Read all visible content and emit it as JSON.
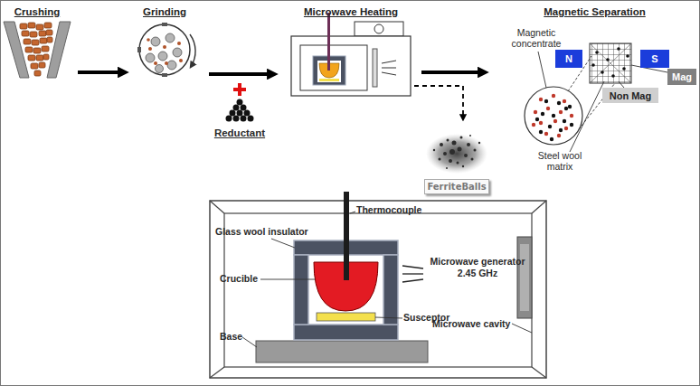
{
  "diagram": {
    "nodes": [
      {
        "text": [
          "Crushing"
        ]
      },
      {
        "text": [
          "Grinding"
        ]
      },
      {
        "text": [
          "Microwave Heating"
        ]
      },
      {
        "text": [
          "Magnetic Separation"
        ]
      },
      {
        "text": [
          "N"
        ],
        "in": 3
      },
      {
        "text": [
          "S"
        ],
        "in": 3
      },
      {
        "text": [
          "Mag"
        ],
        "in": 3
      },
      {
        "text": [
          "Non Mag"
        ],
        "in": 3
      },
      {
        "text": [
          "FerriteBalls"
        ]
      }
    ],
    "edges": [
      {
        "from": 0,
        "to": 1,
        "arrow": "to"
      },
      {
        "from": 1,
        "to": 2,
        "arrow": "to"
      },
      {
        "from": 2,
        "to": 3,
        "arrow": "to"
      },
      {
        "from": 2,
        "to": 8,
        "arrow": "to"
      }
    ],
    "labels": [
      "Reductant",
      "Magnetic concentrate",
      "Steel wool matrix",
      "Thermocouple",
      "Glass wool insulator",
      "Crucible",
      "Susceptor",
      "Microwave generator 2.45 GHz",
      "Microwave cavity",
      "Base"
    ]
  }
}
